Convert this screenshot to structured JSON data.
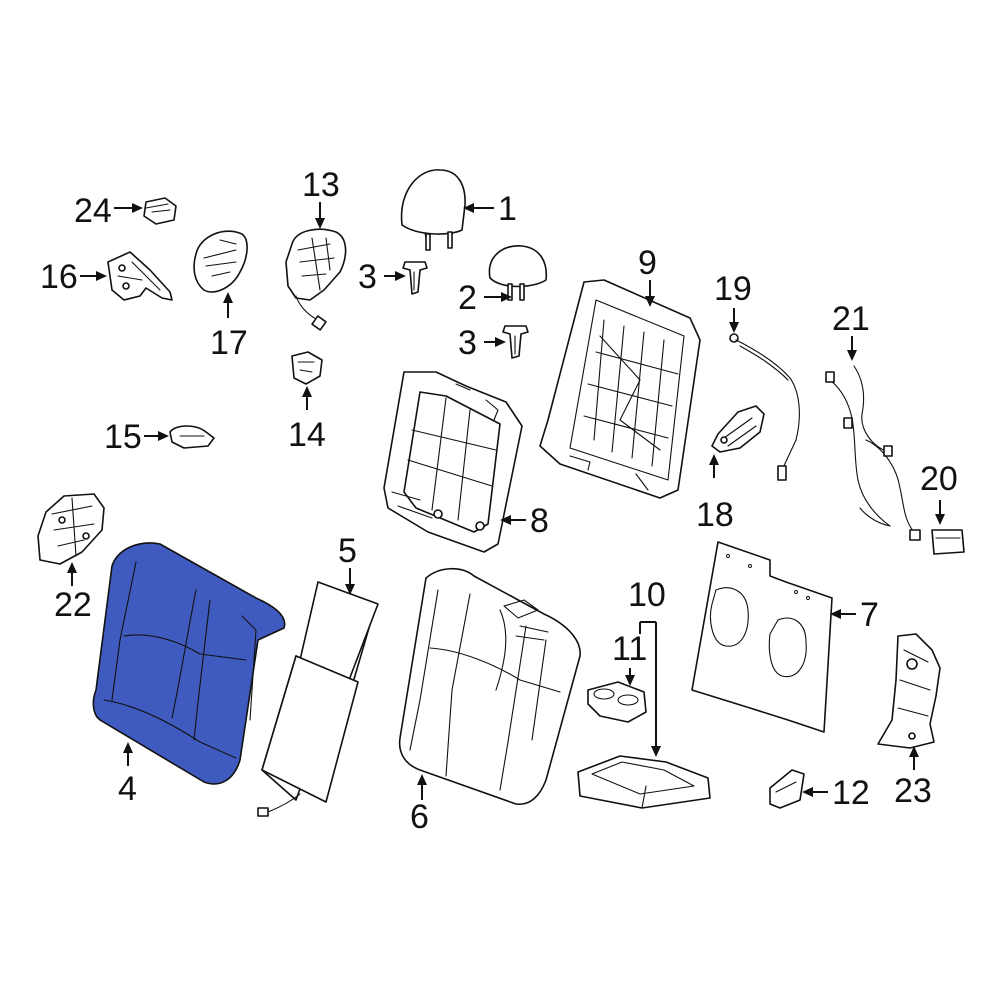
{
  "highlight_color": "#3f5bbf",
  "highlighted_part": "4",
  "callouts": {
    "c1": "1",
    "c2": "2",
    "c3a": "3",
    "c3b": "3",
    "c4": "4",
    "c5": "5",
    "c6": "6",
    "c7": "7",
    "c8": "8",
    "c9": "9",
    "c10": "10",
    "c11": "11",
    "c12": "12",
    "c13": "13",
    "c14": "14",
    "c15": "15",
    "c16": "16",
    "c17": "17",
    "c18": "18",
    "c19": "19",
    "c20": "20",
    "c21": "21",
    "c22": "22",
    "c23": "23",
    "c24": "24"
  }
}
